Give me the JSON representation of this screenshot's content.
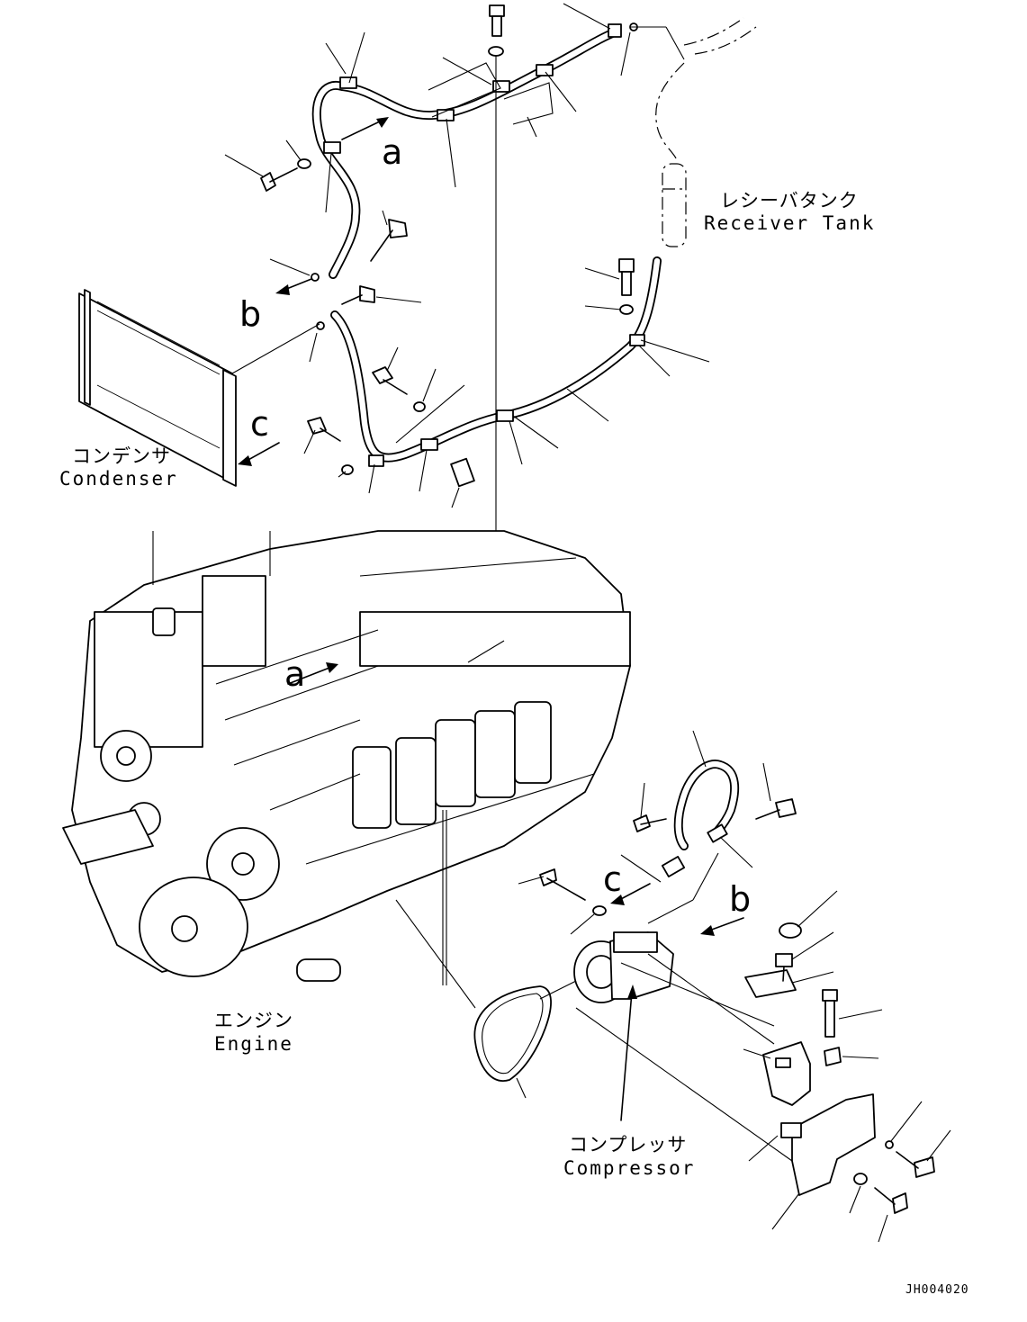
{
  "labels": {
    "receiver_tank": {
      "jp": "レシーバタンク",
      "en": "Receiver Tank"
    },
    "condenser": {
      "jp": "コンデンサ",
      "en": "Condenser"
    },
    "engine": {
      "jp": "エンジン",
      "en": "Engine"
    },
    "compressor": {
      "jp": "コンプレッサ",
      "en": "Compressor"
    }
  },
  "view_arrows": {
    "a": "a",
    "b": "b",
    "c": "c"
  },
  "drawing_code": "JH004020"
}
